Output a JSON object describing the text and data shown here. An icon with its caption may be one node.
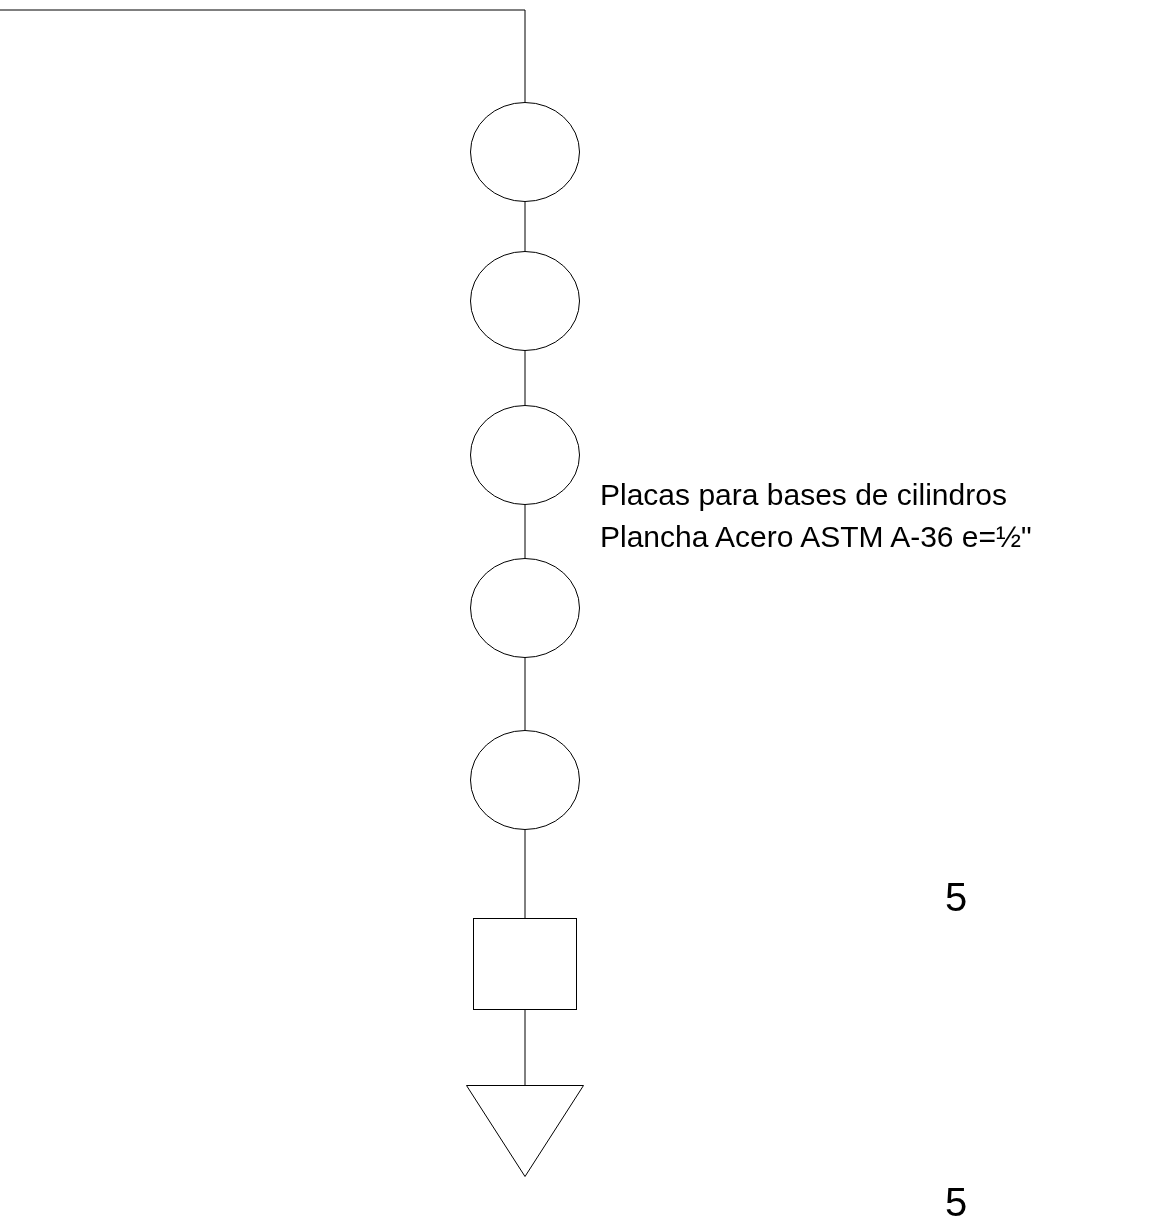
{
  "diagram": {
    "nodes": [
      {
        "text": [],
        "shape": "circle"
      },
      {
        "text": [],
        "shape": "circle"
      },
      {
        "text": [],
        "shape": "circle"
      },
      {
        "text": [],
        "shape": "circle"
      },
      {
        "text": [],
        "shape": "circle"
      },
      {
        "text": [],
        "shape": "box"
      },
      {
        "text": [],
        "shape": "triangle"
      }
    ],
    "edges": [
      {
        "from": null,
        "to": 0,
        "arrow": "none"
      },
      {
        "from": 0,
        "to": 1,
        "arrow": "none"
      },
      {
        "from": 1,
        "to": 2,
        "arrow": "none"
      },
      {
        "from": 2,
        "to": 3,
        "arrow": "none"
      },
      {
        "from": 3,
        "to": 4,
        "arrow": "none"
      },
      {
        "from": 4,
        "to": 5,
        "arrow": "none"
      },
      {
        "from": 5,
        "to": 6,
        "arrow": "none"
      }
    ],
    "labels": [
      "Placas para bases de cilindros",
      "Plancha Acero ASTM A-36 e=½\"",
      "5",
      "5"
    ]
  }
}
